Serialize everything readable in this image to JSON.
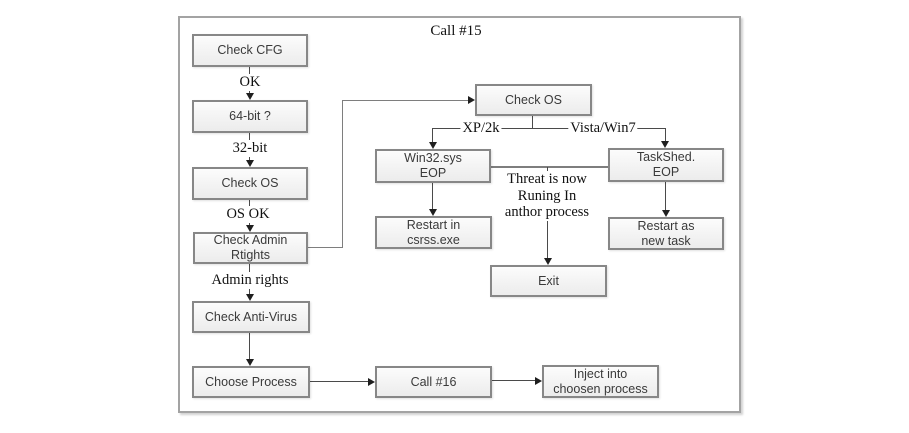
{
  "diagram": {
    "type": "flowchart",
    "title": "Call #15"
  },
  "nodes": {
    "check_cfg": {
      "label": "Check CFG"
    },
    "bit_64": {
      "label": "64-bit ?"
    },
    "check_os_left": {
      "label": "Check OS"
    },
    "check_admin_rights": {
      "label": "Check Admin\nRtights"
    },
    "check_anti_virus": {
      "label": "Check Anti-Virus"
    },
    "choose_process": {
      "label": "Choose Process"
    },
    "call_16": {
      "label": "Call #16"
    },
    "inject": {
      "label": "Inject into\nchoosen process"
    },
    "check_os_right": {
      "label": "Check OS"
    },
    "win32_eop": {
      "label": "Win32.sys\nEOP"
    },
    "taskshed_eop": {
      "label": "TaskShed.\nEOP"
    },
    "restart_csrss": {
      "label": "Restart in\ncsrss.exe"
    },
    "restart_new_task": {
      "label": "Restart as\nnew task"
    },
    "exit": {
      "label": "Exit"
    }
  },
  "edge_labels": {
    "ok": "OK",
    "bit_32": "32-bit",
    "os_ok": "OS OK",
    "admin_rights": "Admin rights",
    "xp_2k": "XP/2k",
    "vista_win7": "Vista/Win7",
    "threat_note": "Threat is now\nRuning In\nanthor process"
  },
  "colors": {
    "background": "#ffffff",
    "frame_border": "#a3a3a3",
    "box_fill": "#f1f1f1",
    "box_border": "#878787",
    "connector": "#4a4a4a"
  }
}
